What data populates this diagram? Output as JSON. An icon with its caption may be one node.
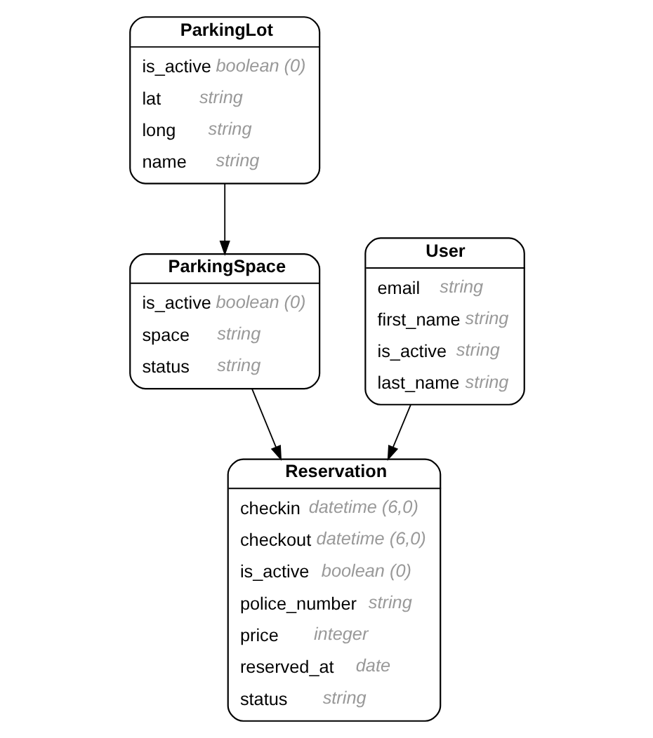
{
  "diagram": {
    "nodes": [
      {
        "text": [
          "ParkingLot",
          "is_active *boolean (0)*",
          "lat *string*",
          "long *string*",
          "name *string*"
        ]
      },
      {
        "text": [
          "ParkingSpace",
          "is_active *boolean (0)*",
          "space *string*",
          "status *string*"
        ]
      },
      {
        "text": [
          "User",
          "email *string*",
          "first_name *string*",
          "is_active *string*",
          "last_name *string*"
        ]
      },
      {
        "text": [
          "Reservation",
          "checkin *datetime (6,0)*",
          "checkout *datetime (6,0)*",
          "is_active *boolean (0)*",
          "police_number *string*",
          "price *integer*",
          "reserved_at *date*",
          "status *string*"
        ]
      }
    ],
    "edges": [
      {
        "from": 0,
        "to": 1,
        "arrow": "to"
      },
      {
        "from": 1,
        "to": 3,
        "arrow": "to"
      },
      {
        "from": 2,
        "to": 3,
        "arrow": "to"
      }
    ]
  }
}
